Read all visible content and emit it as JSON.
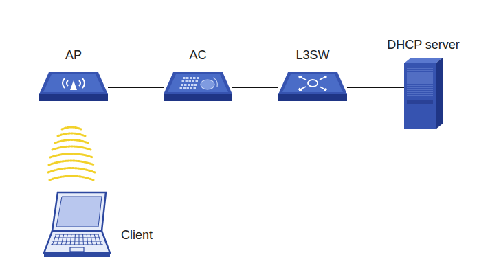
{
  "diagram": {
    "nodes": [
      {
        "text": [
          "AP"
        ]
      },
      {
        "text": [
          "AC"
        ]
      },
      {
        "text": [
          "L3SW"
        ]
      },
      {
        "text": [
          "DHCP server"
        ]
      },
      {
        "text": [
          "Client"
        ]
      }
    ],
    "edges": [
      {
        "from": 0,
        "to": 1,
        "arrow": "none"
      },
      {
        "from": 1,
        "to": 2,
        "arrow": "none"
      },
      {
        "from": 2,
        "to": 3,
        "arrow": "none"
      }
    ]
  }
}
